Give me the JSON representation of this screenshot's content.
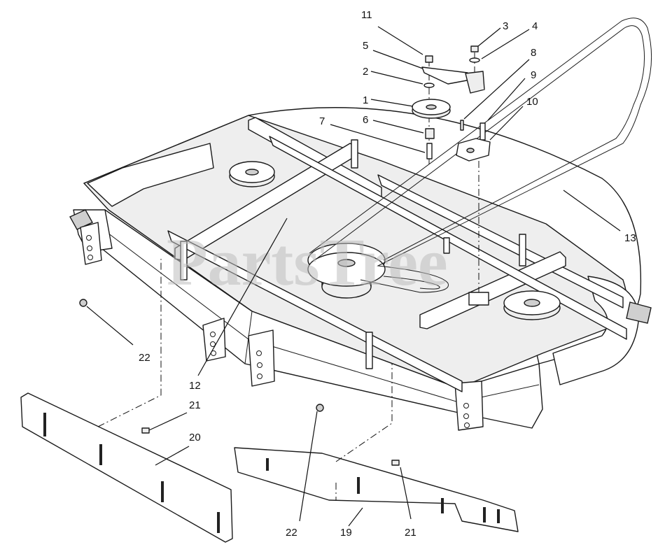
{
  "watermark": "PartsTree",
  "callouts": [
    {
      "id": "c1",
      "label": "1"
    },
    {
      "id": "c2",
      "label": "2"
    },
    {
      "id": "c3",
      "label": "3"
    },
    {
      "id": "c4",
      "label": "4"
    },
    {
      "id": "c5",
      "label": "5"
    },
    {
      "id": "c6",
      "label": "6"
    },
    {
      "id": "c7",
      "label": "7"
    },
    {
      "id": "c8",
      "label": "8"
    },
    {
      "id": "c9",
      "label": "9"
    },
    {
      "id": "c10",
      "label": "10"
    },
    {
      "id": "c11",
      "label": "11"
    },
    {
      "id": "c12",
      "label": "12"
    },
    {
      "id": "c13",
      "label": "13"
    },
    {
      "id": "c19",
      "label": "19"
    },
    {
      "id": "c20",
      "label": "20"
    },
    {
      "id": "c21a",
      "label": "21"
    },
    {
      "id": "c21b",
      "label": "21"
    },
    {
      "id": "c22a",
      "label": "22"
    },
    {
      "id": "c22b",
      "label": "22"
    }
  ]
}
